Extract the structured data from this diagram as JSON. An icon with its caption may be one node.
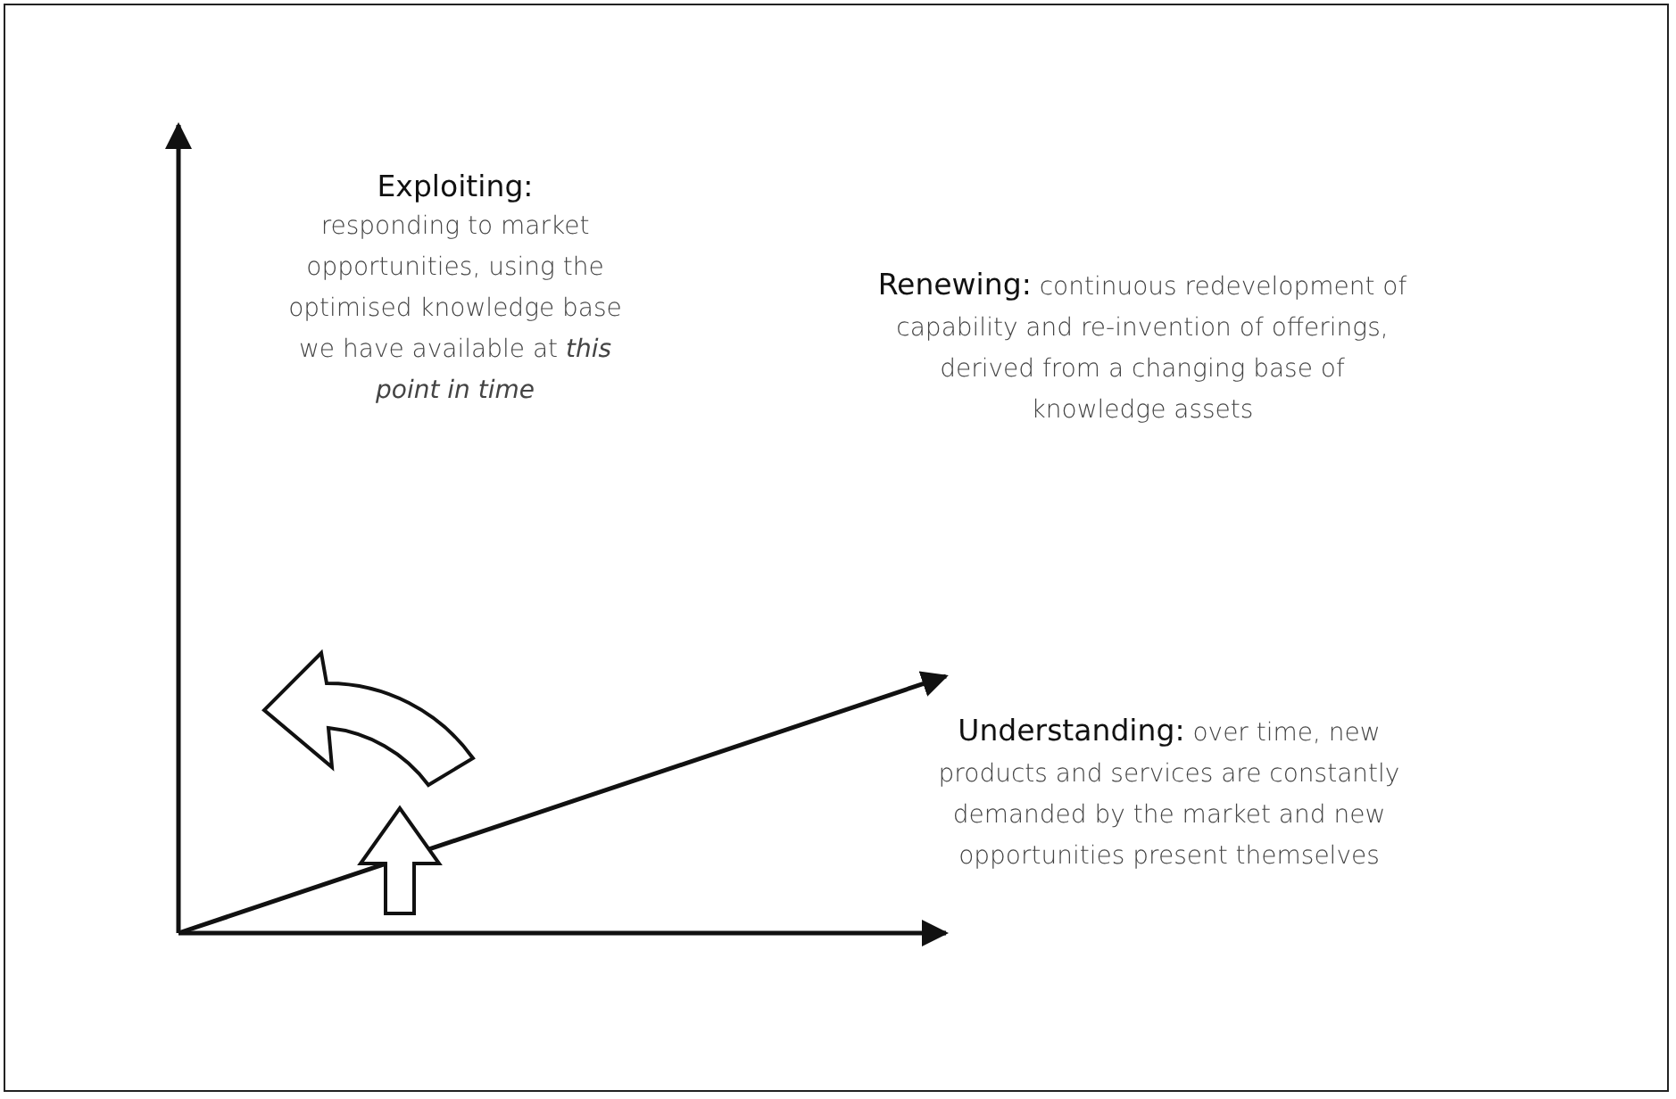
{
  "diagram": {
    "labels": [
      "**Exploiting:** responding to market opportunities, using the optimised knowledge base we have available at *this point in time*",
      "**Renewing:** continuous redevelopment of capability and re-invention of offerings, derived from a changing base of knowledge assets",
      "**Understanding:** over time, new products and services are constantly demanded by the market and new opportunities present themselves"
    ]
  }
}
